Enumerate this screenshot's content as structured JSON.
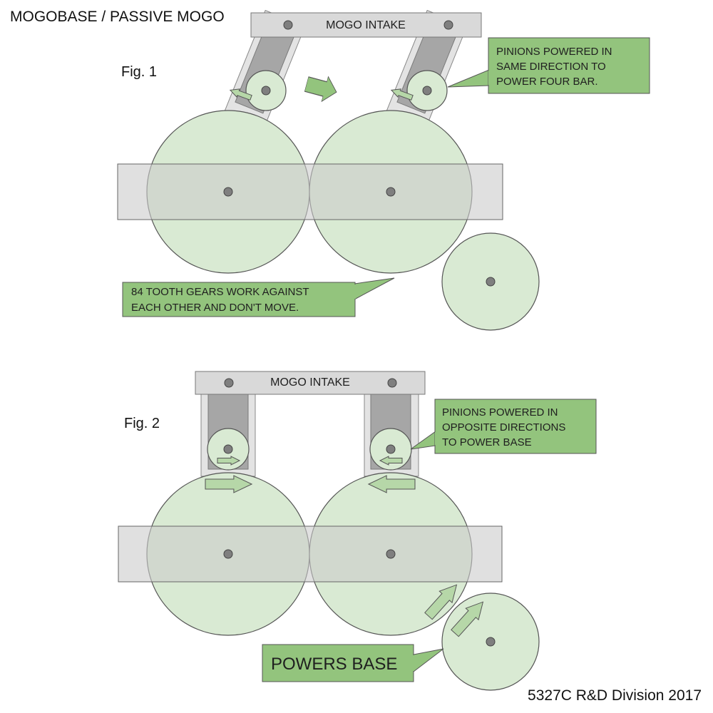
{
  "header": {
    "title": "MOGOBASE / PASSIVE MOGO"
  },
  "footer": {
    "credit": "5327C R&D Division 2017"
  },
  "figures": [
    {
      "label": "Fig. 1",
      "intake_label": "MOGO INTAKE",
      "callouts": [
        {
          "lines": [
            "PINIONS POWERED IN",
            "SAME DIRECTION TO",
            "POWER FOUR BAR."
          ]
        },
        {
          "lines": [
            "84 TOOTH GEARS WORK AGAINST",
            "EACH OTHER AND DON'T MOVE."
          ]
        }
      ]
    },
    {
      "label": "Fig. 2",
      "intake_label": "MOGO INTAKE",
      "callouts": [
        {
          "lines": [
            "PINIONS POWERED IN",
            "OPPOSITE DIRECTIONS",
            "TO POWER BASE"
          ]
        },
        {
          "lines": [
            "POWERS BASE"
          ]
        }
      ]
    }
  ],
  "colors": {
    "gear_fill": "#d9ead3",
    "gear_stroke": "#555555",
    "bar_fill": "#d9d9d9",
    "arm_outer": "#e0e0e0",
    "arm_inner": "#a6a6a6",
    "callout_fill": "#93c47d",
    "arrow_fill": "#b6d7a8",
    "axle": "#7f7f7f"
  }
}
